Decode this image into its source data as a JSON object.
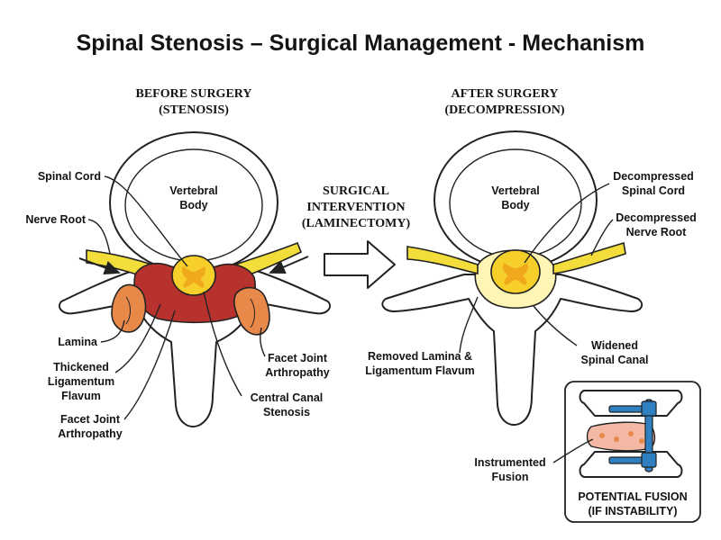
{
  "title": "Spinal Stenosis – Surgical Management - Mechanism",
  "before": {
    "heading_line1": "BEFORE SURGERY",
    "heading_line2": "(STENOSIS)",
    "labels": {
      "spinal_cord": "Spinal Cord",
      "vertebral_body_line1": "Vertebral",
      "vertebral_body_line2": "Body",
      "nerve_root": "Nerve Root",
      "lamina": "Lamina",
      "thickened_lf_line1": "Thickened",
      "thickened_lf_line2": "Ligamentum",
      "thickened_lf_line3": "Flavum",
      "facet_left_line1": "Facet Joint",
      "facet_left_line2": "Arthropathy",
      "facet_right_line1": "Facet Joint",
      "facet_right_line2": "Arthropathy",
      "central_canal_line1": "Central Canal",
      "central_canal_line2": "Stenosis"
    }
  },
  "intervention": {
    "line1": "SURGICAL",
    "line2": "INTERVENTION",
    "line3": "(LAMINECTOMY)"
  },
  "after": {
    "heading_line1": "AFTER SURGERY",
    "heading_line2": "(DECOMPRESSION)",
    "labels": {
      "vertebral_body_line1": "Vertebral",
      "vertebral_body_line2": "Body",
      "decompressed_cord_line1": "Decompressed",
      "decompressed_cord_line2": "Spinal Cord",
      "decompressed_root_line1": "Decompressed",
      "decompressed_root_line2": "Nerve Root",
      "removed_line1": "Removed Lamina &",
      "removed_line2": "Ligamentum Flavum",
      "widened_line1": "Widened",
      "widened_line2": "Spinal Canal"
    }
  },
  "fusion": {
    "instrumented_line1": "Instrumented",
    "instrumented_line2": "Fusion",
    "caption_line1": "POTENTIAL FUSION",
    "caption_line2": "(IF INSTABILITY)"
  },
  "colors": {
    "nerve_yellow": "#f3dd3a",
    "cord_yellow": "#f7cf2a",
    "cord_gray_matter": "#f0a81c",
    "inflamed_red": "#b8322d",
    "facet_orange": "#e8894a",
    "canal_after": "#fff5b5",
    "screw_blue": "#2f7fc1",
    "graft_pink": "#f3b9a4",
    "outline": "#222222"
  }
}
